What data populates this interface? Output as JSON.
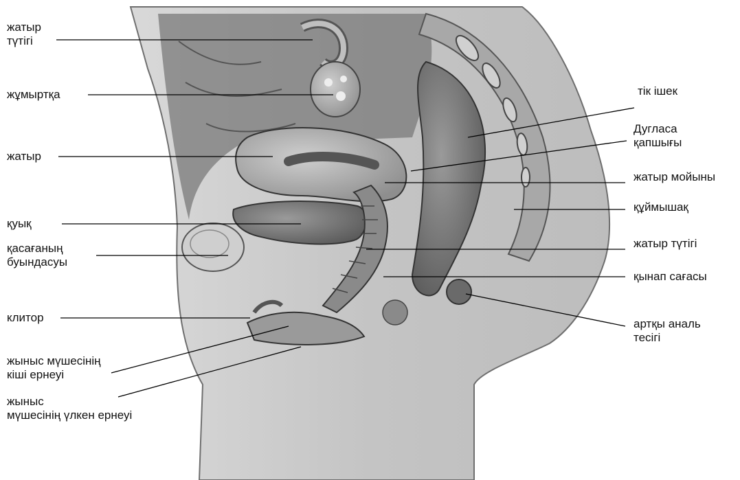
{
  "diagram": {
    "labels": [
      {
        "id": "fallopian-tube-top",
        "lines": [
          "жатыр",
          "түтігі"
        ]
      },
      {
        "id": "ovary",
        "lines": [
          "жұмыртқа"
        ]
      },
      {
        "id": "uterus",
        "lines": [
          "жатыр"
        ]
      },
      {
        "id": "bladder",
        "lines": [
          "қуық"
        ]
      },
      {
        "id": "pubic-symphysis",
        "lines": [
          "қасағаның",
          "буындасуы"
        ]
      },
      {
        "id": "clitoris",
        "lines": [
          "клитор"
        ]
      },
      {
        "id": "labia-minora",
        "lines": [
          "жыныс мүшесінің",
          "кіші ернеуі"
        ]
      },
      {
        "id": "labia-majora",
        "lines": [
          "жыныс",
          "мүшесінің үлкен ернеуі"
        ]
      },
      {
        "id": "rectum",
        "lines": [
          "тік ішек"
        ]
      },
      {
        "id": "douglas-pouch",
        "lines": [
          "Дугласа",
          "қапшығы"
        ]
      },
      {
        "id": "cervix",
        "lines": [
          "жатыр мойыны"
        ]
      },
      {
        "id": "sacrum",
        "lines": [
          "құймышақ"
        ]
      },
      {
        "id": "fallopian-tube-right",
        "lines": [
          "жатыр түтігі"
        ]
      },
      {
        "id": "vaginal-orifice",
        "lines": [
          "қынап сағасы"
        ]
      },
      {
        "id": "anus",
        "lines": [
          "артқы аналь",
          "тесігі"
        ]
      }
    ]
  }
}
